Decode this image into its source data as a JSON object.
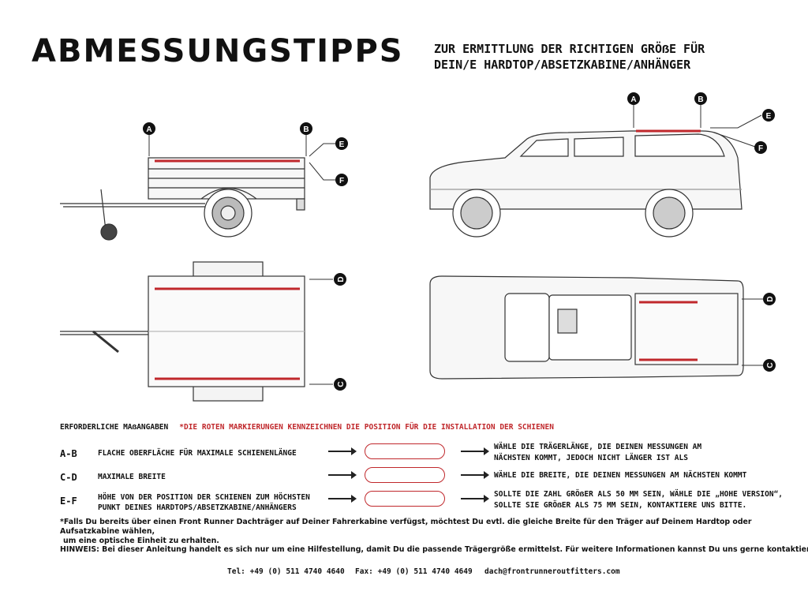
{
  "header": {
    "title": "ABMESSUNGSTIPPS",
    "subtitle_line1": "ZUR ERMITTLUNG DER RICHTIGEN GRÖẞE FÜR",
    "subtitle_line2": "DEIN/E HARDTOP/ABSETZKABINE/ANHÄNGER"
  },
  "markers": {
    "a": "A",
    "b": "B",
    "c": "C",
    "d": "D",
    "e": "E",
    "f": "F"
  },
  "colors": {
    "rail_red": "#c0282c",
    "badge": "#111111"
  },
  "legend": {
    "heading": "ERFORDERLICHE MAẞANGABEN",
    "note": "*DIE ROTEN MARKIERUNGEN KENNZEICHNEN DIE POSITION FÜR DIE INSTALLATION DER SCHIENEN"
  },
  "rows": [
    {
      "code": "A-B",
      "desc_line1": "FLACHE OBERFLÄCHE FÜR MAXIMALE SCHIENENLÄNGE",
      "desc_line2": "",
      "result_line1": "WÄHLE DIE TRÄGERLÄNGE, DIE DEINEN MESSUNGEN AM",
      "result_line2": "NÄCHSTEN KOMMT, JEDOCH NICHT LÄNGER IST ALS"
    },
    {
      "code": "C-D",
      "desc_line1": "MAXIMALE BREITE",
      "desc_line2": "",
      "result_line1": "WÄHLE DIE BREITE, DIE DEINEN MESSUNGEN AM NÄCHSTEN KOMMT",
      "result_line2": ""
    },
    {
      "code": "E-F",
      "desc_line1": "HÖHE VON DER POSITION DER SCHIENEN ZUM HÖCHSTEN",
      "desc_line2": "PUNKT DEINES HARDTOPS/ABSETZKABINE/ANHÄNGERS",
      "result_line1": "SOLLTE DIE ZAHL GRÖẞER ALS 50 MM SEIN, WÄHLE DIE „HOHE VERSION“,",
      "result_line2": "SOLLTE SIE GRÖẞER ALS 75 MM SEIN, KONTAKTIERE UNS BITTE."
    }
  ],
  "footnote": {
    "line1": "*Falls Du bereits über einen Front Runner Dachträger auf Deiner Fahrerkabine verfügst, möchtest Du evtl. die gleiche Breite für den Träger auf Deinem Hardtop oder Aufsatzkabine wählen,",
    "line2": "um eine optische Einheit zu erhalten."
  },
  "hinweis": "HINWEIS: Bei dieser Anleitung handelt es sich nur um eine Hilfestellung, damit Du die passende Trägergröße ermittelst. Für weitere Informationen kannst Du uns gerne kontaktieren.",
  "contact": {
    "tel": "Tel: +49 (0) 511 4740 4640",
    "fax": "Fax: +49 (0) 511 4740 4649",
    "email": "dach@frontrunneroutfitters.com"
  }
}
